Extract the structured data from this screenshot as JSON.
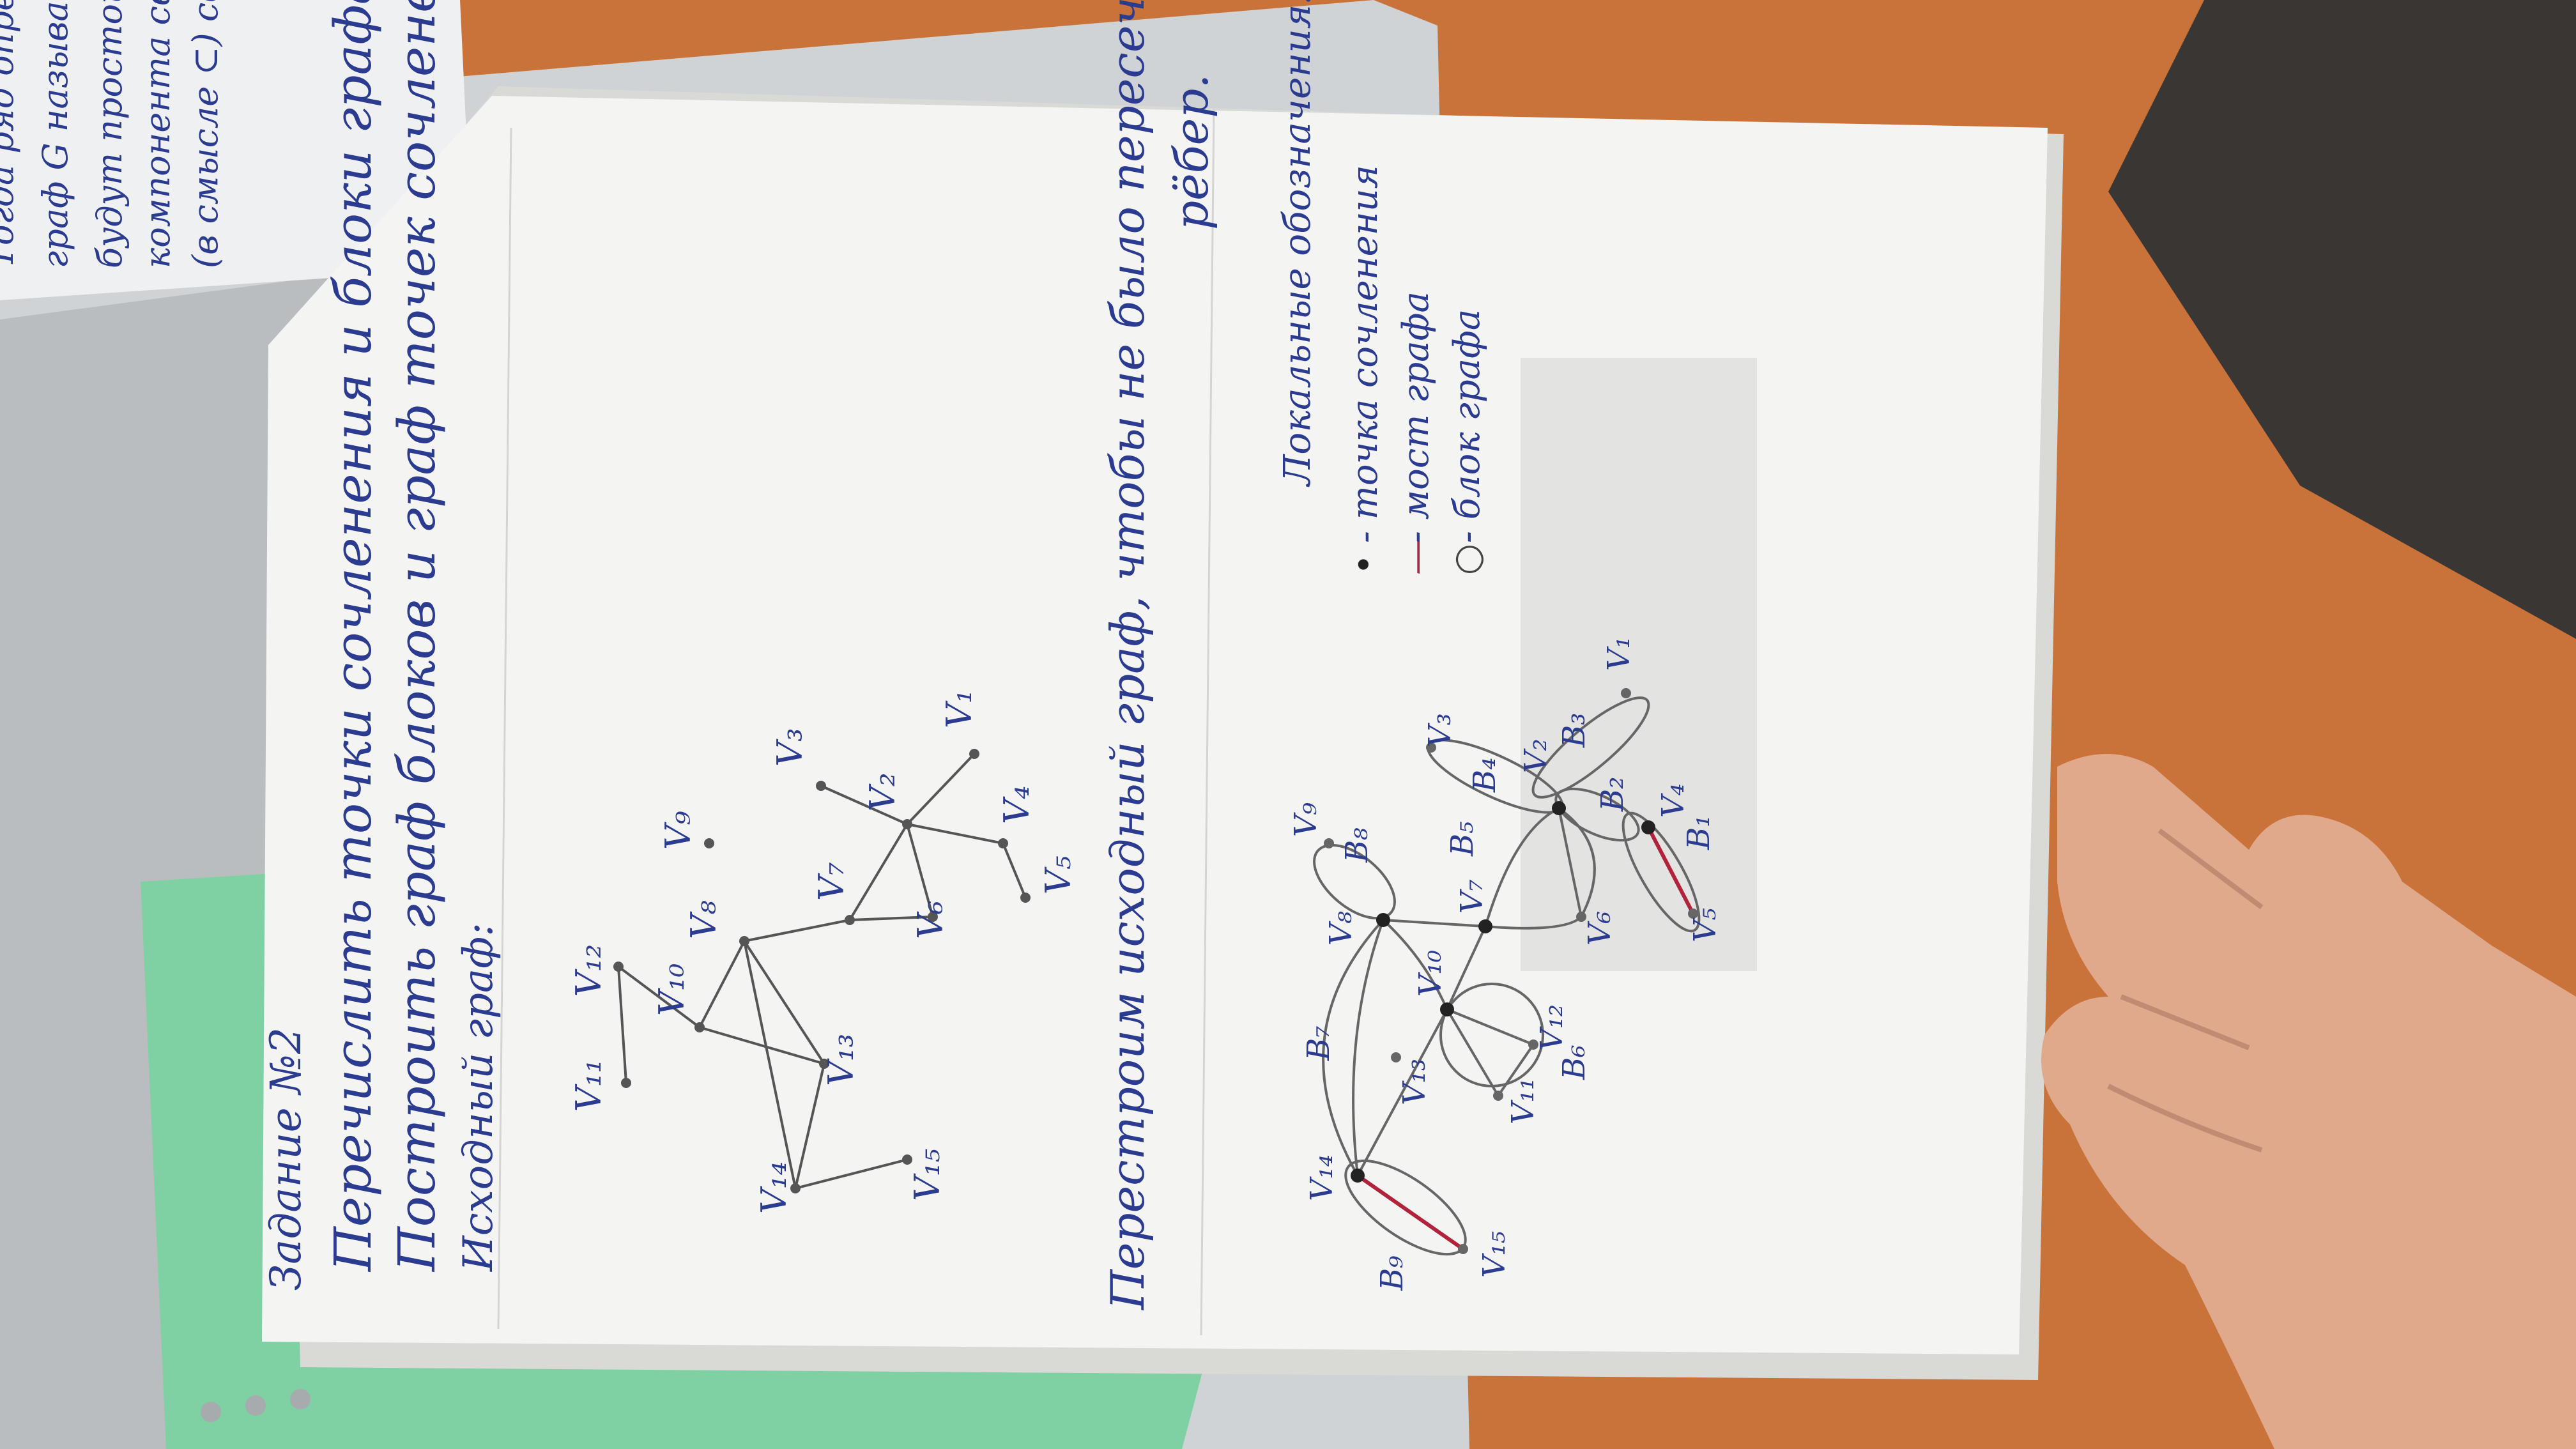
{
  "top_note": {
    "lines": [
      "Тогда ряд определ",
      "граф G называ",
      "будут простой (V-",
      "компонента связно",
      "(в смысле ⊂) связна"
    ]
  },
  "sheet": {
    "heading": "Задание №2",
    "task_line1": "Перечислить точки сочленения и блоки графа",
    "task_line2": "Построить граф блоков и граф точек сочленения.",
    "original_graph_label": "Исходный граф:",
    "rebuild_line1": "Перестроим исходный граф, чтобы не было пересечений",
    "rebuild_line2": "рёбер.",
    "legend": {
      "title": "Локальные обозначения:",
      "items": [
        {
          "marker": "•",
          "text": "- точка сочленения"
        },
        {
          "marker": "—",
          "text": "- мост графа"
        },
        {
          "marker": "○",
          "text": "- блок графа"
        }
      ]
    },
    "graph1_labels": {
      "v1": "V₁",
      "v2": "V₂",
      "v3": "V₃",
      "v4": "V₄",
      "v5": "V₅",
      "v6": "V₆",
      "v7": "V₇",
      "v8": "V₈",
      "v9": "V₉",
      "v10": "V₁₀",
      "v11": "V₁₁",
      "v12": "V₁₂",
      "v13": "V₁₃",
      "v14": "V₁₄",
      "v15": "V₁₅"
    },
    "graph2_labels": {
      "v1": "V₁",
      "v2": "V₂",
      "v3": "V₃",
      "v4": "V₄",
      "v5": "V₅",
      "v6": "V₆",
      "v7": "V₇",
      "v8": "V₈",
      "v9": "V₉",
      "v10": "V₁₀",
      "v11": "V₁₁",
      "v12": "V₁₂",
      "v13": "V₁₃",
      "v14": "V₁₄",
      "v15": "V₁₅",
      "b1": "B₁",
      "b2": "B₂",
      "b3": "B₃",
      "b4": "B₄",
      "b5": "B₅",
      "b6": "B₆",
      "b7": "B₇",
      "b8": "B₈",
      "b9": "B₉"
    }
  },
  "colors": {
    "table": "#c9733a",
    "paper": "#f4f4f2",
    "ink_blue": "#2b3b8f",
    "pencil": "#555555",
    "bridge_red": "#b0233a",
    "hand": "#e0a98c",
    "sleeve": "#cfd3d6",
    "folder_green": "#7fd1a4"
  }
}
